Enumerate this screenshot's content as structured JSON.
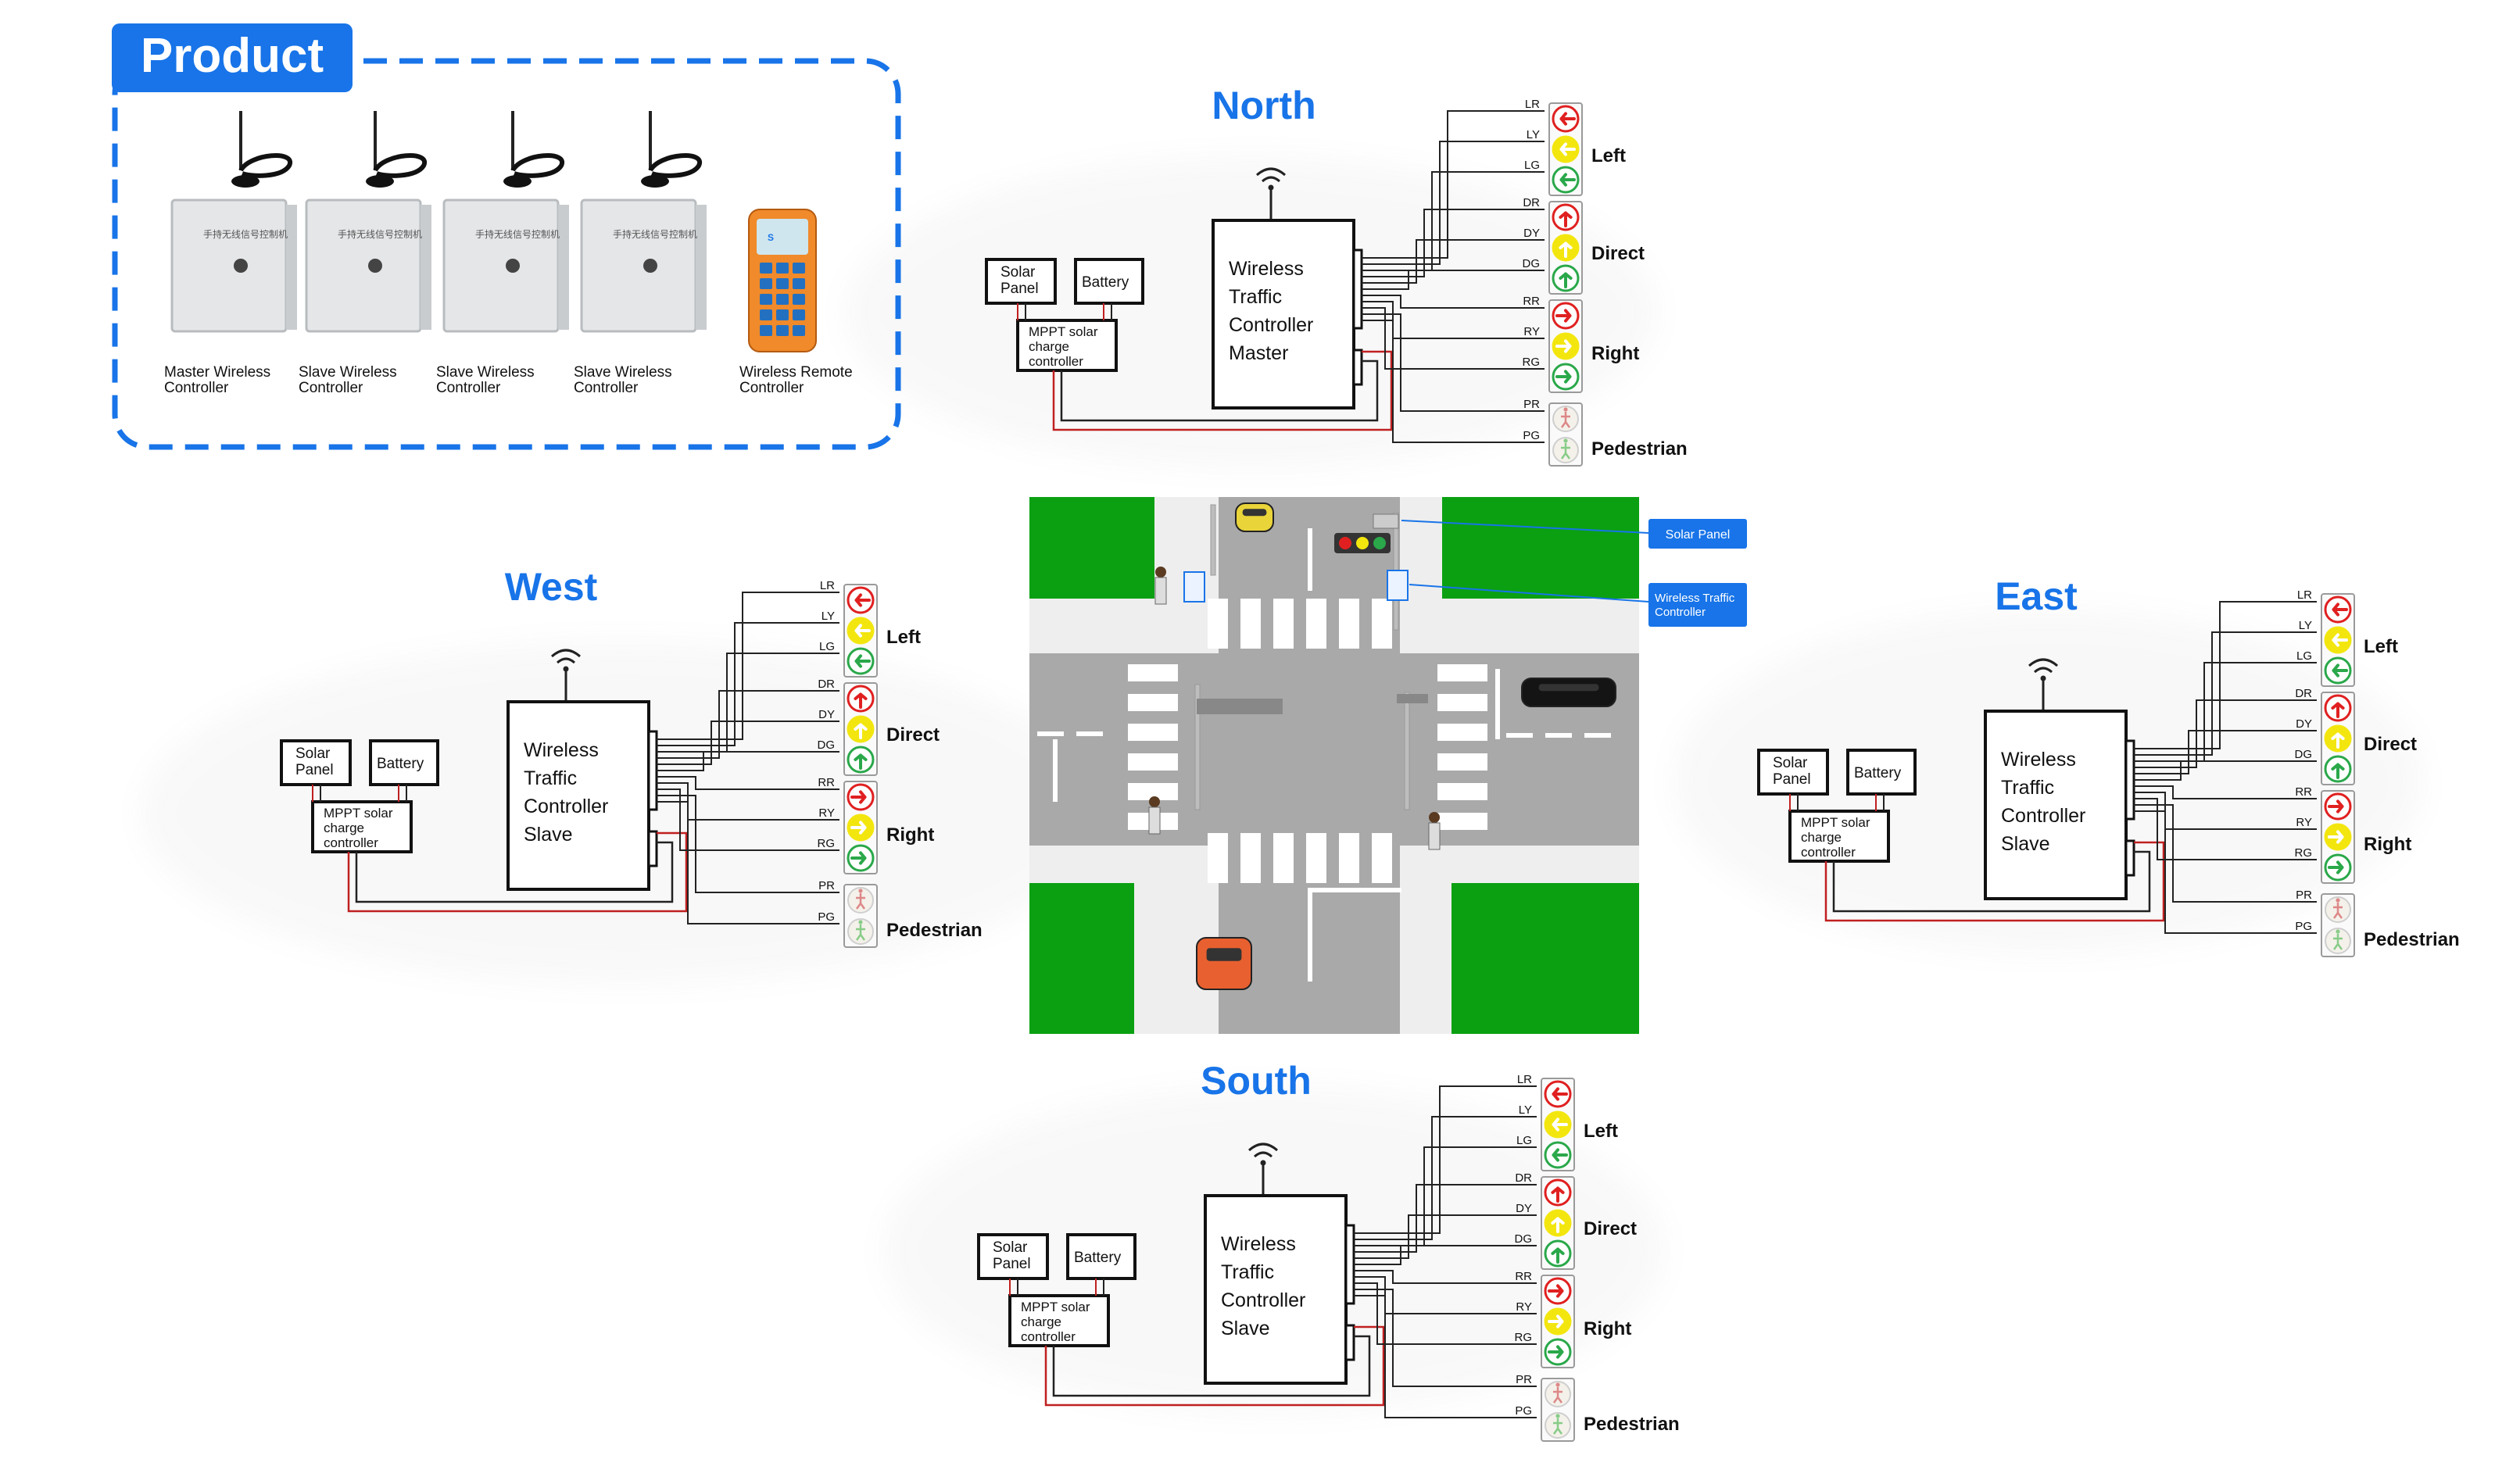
{
  "product": {
    "title": "Product",
    "items": [
      {
        "label_lines": [
          "Master Wireless",
          "Controller"
        ],
        "device_text": "手持无线信号控制机"
      },
      {
        "label_lines": [
          "Slave Wireless",
          "Controller"
        ],
        "device_text": "手持无线信号控制机"
      },
      {
        "label_lines": [
          "Slave Wireless",
          "Controller"
        ],
        "device_text": "手持无线信号控制机"
      },
      {
        "label_lines": [
          "Slave Wireless",
          "Controller"
        ],
        "device_text": "手持无线信号控制机"
      },
      {
        "label_lines": [
          "Wireless Remote",
          "Controller"
        ]
      }
    ]
  },
  "labels": {
    "solar_panel": [
      "Solar",
      "Panel"
    ],
    "battery": "Battery",
    "mppt": [
      "MPPT solar",
      "charge",
      "controller"
    ],
    "groups": [
      "Left",
      "Direct",
      "Right",
      "Pedestrian"
    ],
    "signals": [
      "LR",
      "LY",
      "LG",
      "DR",
      "DY",
      "DG",
      "RR",
      "RY",
      "RG",
      "PR",
      "PG"
    ]
  },
  "directions": [
    {
      "id": "north",
      "title": "North",
      "controller_lines": [
        "Wireless",
        "Traffic",
        "Controller",
        "Master"
      ]
    },
    {
      "id": "west",
      "title": "West",
      "controller_lines": [
        "Wireless",
        "Traffic",
        "Controller",
        "Slave"
      ]
    },
    {
      "id": "east",
      "title": "East",
      "controller_lines": [
        "Wireless",
        "Traffic",
        "Controller",
        "Slave"
      ]
    },
    {
      "id": "south",
      "title": "South",
      "controller_lines": [
        "Wireless",
        "Traffic",
        "Controller",
        "Slave"
      ]
    }
  ],
  "intersection": {
    "callout_solar": "Solar Panel",
    "callout_controller": [
      "Wireless Traffic",
      "Controller"
    ]
  },
  "colors": {
    "accent_blue": "#1874e8",
    "grass": "#0aa012",
    "road": "#a9a9a9",
    "sidewalk": "#eeeeee",
    "red": "#e02020",
    "yellow": "#f3e60f",
    "green": "#2aa84a",
    "wire_red": "#c02020"
  }
}
